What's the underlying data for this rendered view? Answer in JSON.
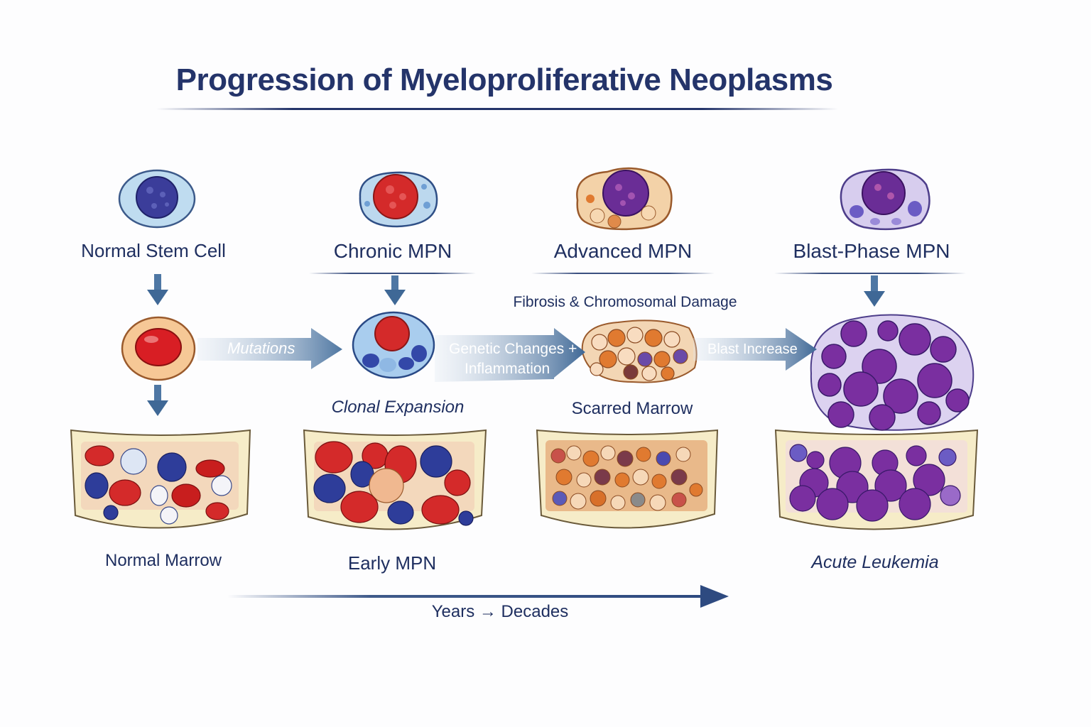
{
  "title": "Progression of Myeloproliferative Neoplasms",
  "stages": [
    {
      "label": "Normal Stem Cell",
      "cell_icon": "stem-cell-icon"
    },
    {
      "label": "Chronic MPN",
      "cell_icon": "chronic-mpn-cell-icon"
    },
    {
      "label": "Advanced MPN",
      "cell_icon": "advanced-mpn-cell-icon"
    },
    {
      "label": "Blast-Phase MPN",
      "cell_icon": "blast-cell-icon"
    }
  ],
  "annotations": {
    "advanced_subtitle": "Fibrosis & Chromosomal Damage",
    "clonal_expansion": "Clonal Expansion",
    "scarred_marrow": "Scarred Marrow"
  },
  "transitions": [
    {
      "label": "Mutations"
    },
    {
      "label_line1": "Genetic Changes +",
      "label_line2": "Inflammation"
    },
    {
      "label": "Blast Increase"
    }
  ],
  "marrow_panels": [
    {
      "label": "Normal Marrow"
    },
    {
      "label": "Early MPN"
    },
    {
      "label": ""
    },
    {
      "label": "Acute Leukemia"
    }
  ],
  "timeline": {
    "label": "Years → Decades"
  },
  "colors": {
    "title": "#24346a",
    "arrow": "#3f6896",
    "red_cell": "#d42a2a",
    "blue_cell": "#2e3d9a",
    "purple_cell": "#7b2fa0",
    "marrow_frame": "#f6ecc8"
  }
}
